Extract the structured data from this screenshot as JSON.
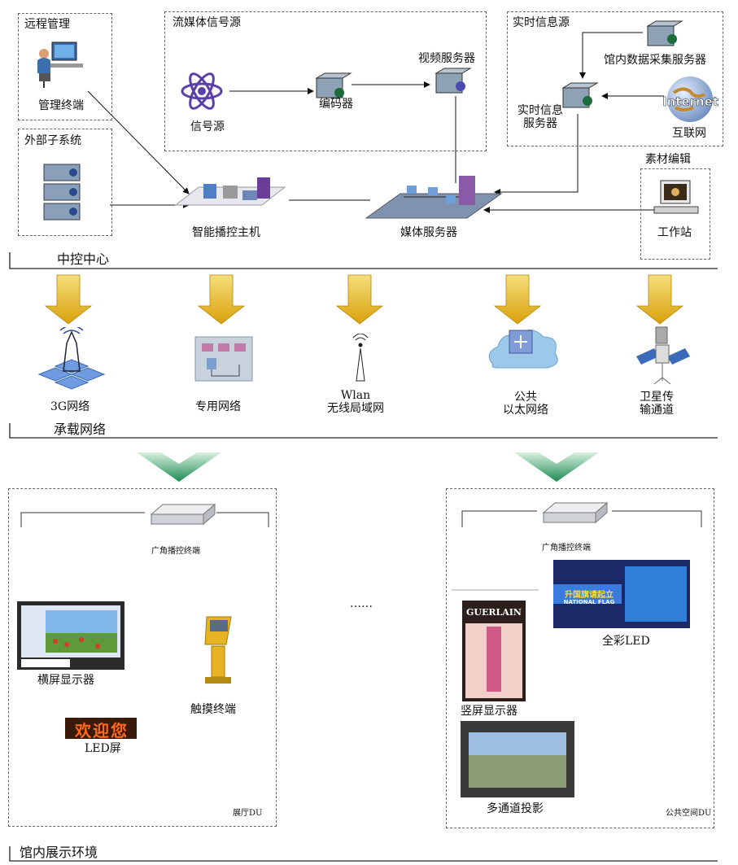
{
  "central": {
    "section_label": "中控中心",
    "remote": {
      "title": "远程管理",
      "terminal": "管理终端"
    },
    "external": {
      "title": "外部子系统"
    },
    "stream": {
      "title": "流媒体信号源",
      "source": "信号源",
      "encoder": "编码器",
      "video_server": "视频服务器"
    },
    "realtime": {
      "title": "实时信息源",
      "collector": "馆内数据采集服务器",
      "server": "实时信息\n服务器",
      "internet_badge": "Internet",
      "internet": "互联网"
    },
    "material": {
      "title": "素材编辑",
      "workstation": "工作站"
    },
    "host": "智能播控主机",
    "media_server": "媒体服务器"
  },
  "network": {
    "section_label": "承载网络",
    "items": [
      "3G网络",
      "专用网络",
      "Wlan\n无线局域网",
      "公共\n以太网络",
      "卫星传\n输通道"
    ]
  },
  "display": {
    "section_label": "馆内展示环境",
    "ellipsis": "……",
    "left": {
      "terminal": "广角播控终端",
      "landscape": "横屏显示器",
      "touch": "触摸终端",
      "led_sign_text": "欢迎您",
      "led": "LED屏",
      "tag": "展厅DU"
    },
    "right": {
      "terminal": "广角播控终端",
      "led_banner": "升国旗请起立",
      "led_banner_sub": "NATIONAL FLAG",
      "full_led": "全彩LED",
      "brand": "GUERLAIN",
      "portrait": "竖屏显示器",
      "projection": "多通道投影",
      "tag": "公共空间DU"
    }
  },
  "colors": {
    "arrow_yellow": "#e8b820",
    "arrow_green": "#3a9e6a",
    "cloud_blue": "#9cc8ea"
  }
}
